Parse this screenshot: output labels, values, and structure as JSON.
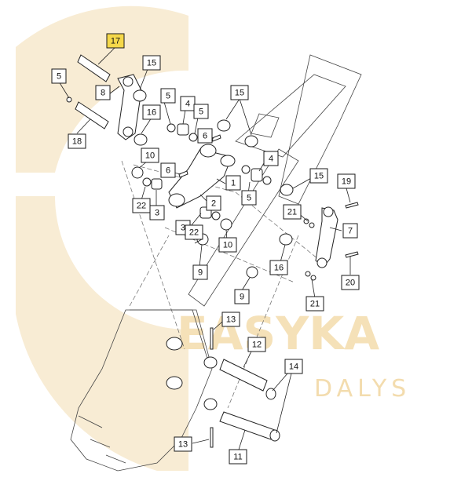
{
  "watermark": {
    "brand": "EASYKA",
    "sub": "DALYS",
    "color": "#f5e1b8"
  },
  "highlight_color": "#f5d84a",
  "callouts": [
    {
      "id": "c17",
      "label": "17",
      "highlight": true
    },
    {
      "id": "c5a",
      "label": "5"
    },
    {
      "id": "c15a",
      "label": "15"
    },
    {
      "id": "c8",
      "label": "8"
    },
    {
      "id": "c5b",
      "label": "5"
    },
    {
      "id": "c4a",
      "label": "4"
    },
    {
      "id": "c5c",
      "label": "5"
    },
    {
      "id": "c15b",
      "label": "15"
    },
    {
      "id": "c16a",
      "label": "16"
    },
    {
      "id": "c18",
      "label": "18"
    },
    {
      "id": "c6a",
      "label": "6"
    },
    {
      "id": "c10a",
      "label": "10"
    },
    {
      "id": "c6b",
      "label": "6"
    },
    {
      "id": "c1",
      "label": "1"
    },
    {
      "id": "c4b",
      "label": "4"
    },
    {
      "id": "c15c",
      "label": "15"
    },
    {
      "id": "c19",
      "label": "19"
    },
    {
      "id": "c5d",
      "label": "5"
    },
    {
      "id": "c2",
      "label": "2"
    },
    {
      "id": "c22a",
      "label": "22"
    },
    {
      "id": "c3a",
      "label": "3"
    },
    {
      "id": "c21a",
      "label": "21"
    },
    {
      "id": "c7",
      "label": "7"
    },
    {
      "id": "c3b",
      "label": "3"
    },
    {
      "id": "c22b",
      "label": "22"
    },
    {
      "id": "c10b",
      "label": "10"
    },
    {
      "id": "c16b",
      "label": "16"
    },
    {
      "id": "c9a",
      "label": "9"
    },
    {
      "id": "c20",
      "label": "20"
    },
    {
      "id": "c9b",
      "label": "9"
    },
    {
      "id": "c21b",
      "label": "21"
    },
    {
      "id": "c13a",
      "label": "13"
    },
    {
      "id": "c12",
      "label": "12"
    },
    {
      "id": "c14",
      "label": "14"
    },
    {
      "id": "c13b",
      "label": "13"
    },
    {
      "id": "c11",
      "label": "11"
    }
  ]
}
